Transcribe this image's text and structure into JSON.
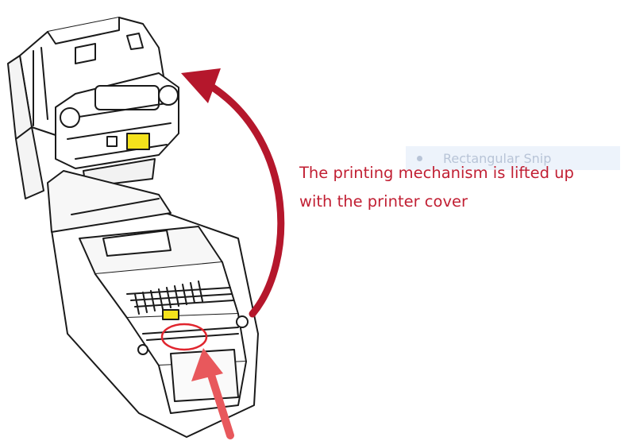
{
  "annotation": {
    "caption_line1": "The printing mechanism is lifted up",
    "caption_line2": "with the printer cover"
  },
  "ghost_tooltip": {
    "label": "Rectangular Snip"
  },
  "colors": {
    "annotation_red": "#c11f33",
    "arrow_red": "#b5172c",
    "pointer_red": "#e8585c",
    "line": "#1a1a1a",
    "label_yellow": "#f4e21c"
  },
  "icons": [
    "curved-lift-arrow",
    "pointer-arrow",
    "highlight-circle"
  ]
}
